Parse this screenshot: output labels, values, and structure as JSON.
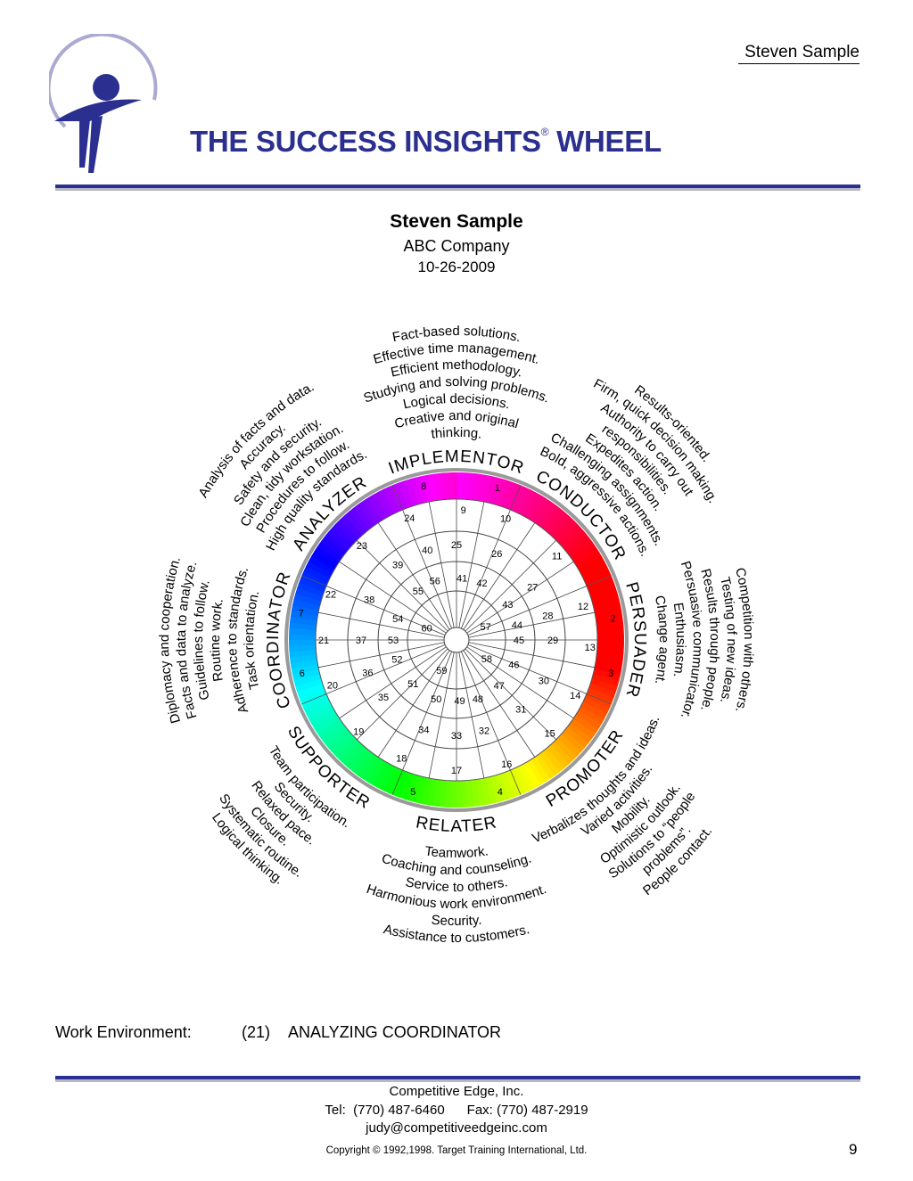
{
  "header": {
    "name": "Steven Sample"
  },
  "title": {
    "main": "THE SUCCESS INSIGHTS",
    "mark": "®",
    "suffix": " WHEEL"
  },
  "report": {
    "name": "Steven Sample",
    "company": "ABC Company",
    "date": "10-26-2009"
  },
  "wheel": {
    "styles": [
      {
        "label": "IMPLEMENTOR",
        "angle": 0
      },
      {
        "label": "CONDUCTOR",
        "angle": 45
      },
      {
        "label": "PERSUADER",
        "angle": 90
      },
      {
        "label": "PROMOTER",
        "angle": 135
      },
      {
        "label": "RELATER",
        "angle": 180
      },
      {
        "label": "SUPPORTER",
        "angle": 225
      },
      {
        "label": "COORDINATOR",
        "angle": 270
      },
      {
        "label": "ANALYZER",
        "angle": 315
      }
    ],
    "traits": [
      {
        "angle": 0,
        "lines": [
          "Fact-based solutions.",
          "Effective time management.",
          "Efficient methodology.",
          "Studying and solving problems.",
          "Logical decisions.",
          "Creative and original",
          "thinking."
        ]
      },
      {
        "angle": 45,
        "lines": [
          "Results-oriented.",
          "Firm, quick decision making.",
          "Authority to carry out",
          "responsibilities.",
          "Expedites action.",
          "Challenging assignments.",
          "Bold, aggressive actions."
        ]
      },
      {
        "angle": 90,
        "lines": [
          "Competition with others.",
          "Testing of new ideas.",
          "Results through people.",
          "Persuasive communicator.",
          "Enthusiasm.",
          "Change agent."
        ]
      },
      {
        "angle": 135,
        "lines": [
          "Verbalizes thoughts and ideas.",
          "Varied activities.",
          "Mobility.",
          "Optimistic outlook.",
          "Solutions to “people",
          "problems”.",
          "People contact."
        ]
      },
      {
        "angle": 180,
        "lines": [
          "Teamwork.",
          "Coaching and counseling.",
          "Service to others.",
          "Harmonious work environment.",
          "Security.",
          "Assistance to customers."
        ]
      },
      {
        "angle": 225,
        "lines": [
          "Team participation.",
          "Security.",
          "Relaxed pace.",
          "Closure.",
          "Systematic routine.",
          "Logical thinking."
        ]
      },
      {
        "angle": 270,
        "lines": [
          "Diplomacy and cooperation.",
          "Facts and data to analyze.",
          "Guidelines to follow.",
          "Routine work.",
          "Adherence to standards.",
          "Task orientation."
        ]
      },
      {
        "angle": 315,
        "lines": [
          "Analysis of facts and data.",
          "Accuracy.",
          "Safety and security.",
          "Clean, tidy workstation.",
          "Procedures to follow.",
          "High quality standards."
        ]
      }
    ],
    "ring_numbers": [
      {
        "n": "1",
        "a": 15,
        "r": 177
      },
      {
        "n": "2",
        "a": 82,
        "r": 177
      },
      {
        "n": "3",
        "a": 102,
        "r": 177
      },
      {
        "n": "4",
        "a": 164,
        "r": 177
      },
      {
        "n": "5",
        "a": 196,
        "r": 177
      },
      {
        "n": "6",
        "a": 258,
        "r": 177
      },
      {
        "n": "7",
        "a": 280,
        "r": 177
      },
      {
        "n": "8",
        "a": 348,
        "r": 177
      },
      {
        "n": "9",
        "a": 3,
        "r": 146
      },
      {
        "n": "10",
        "a": 22,
        "r": 147
      },
      {
        "n": "11",
        "a": 50,
        "r": 147
      },
      {
        "n": "12",
        "a": 75,
        "r": 147
      },
      {
        "n": "13",
        "a": 93,
        "r": 150
      },
      {
        "n": "14",
        "a": 115,
        "r": 147
      },
      {
        "n": "15",
        "a": 135,
        "r": 148
      },
      {
        "n": "16",
        "a": 158,
        "r": 150
      },
      {
        "n": "17",
        "a": 180,
        "r": 146
      },
      {
        "n": "18",
        "a": 205,
        "r": 146
      },
      {
        "n": "19",
        "a": 227,
        "r": 150
      },
      {
        "n": "20",
        "a": 250,
        "r": 148
      },
      {
        "n": "21",
        "a": 270,
        "r": 149
      },
      {
        "n": "22",
        "a": 290,
        "r": 150
      },
      {
        "n": "23",
        "a": 315,
        "r": 150
      },
      {
        "n": "24",
        "a": 339,
        "r": 147
      },
      {
        "n": "25",
        "a": 0,
        "r": 107
      },
      {
        "n": "26",
        "a": 25,
        "r": 107
      },
      {
        "n": "27",
        "a": 55,
        "r": 104
      },
      {
        "n": "28",
        "a": 75,
        "r": 106
      },
      {
        "n": "29",
        "a": 90,
        "r": 108
      },
      {
        "n": "30",
        "a": 115,
        "r": 108
      },
      {
        "n": "31",
        "a": 137,
        "r": 106
      },
      {
        "n": "32",
        "a": 163,
        "r": 106
      },
      {
        "n": "33",
        "a": 180,
        "r": 107
      },
      {
        "n": "34",
        "a": 200,
        "r": 107
      },
      {
        "n": "35",
        "a": 232,
        "r": 104
      },
      {
        "n": "36",
        "a": 250,
        "r": 106
      },
      {
        "n": "37",
        "a": 270,
        "r": 107
      },
      {
        "n": "38",
        "a": 295,
        "r": 108
      },
      {
        "n": "39",
        "a": 322,
        "r": 107
      },
      {
        "n": "40",
        "a": 342,
        "r": 106
      },
      {
        "n": "41",
        "a": 5,
        "r": 70
      },
      {
        "n": "42",
        "a": 24,
        "r": 70
      },
      {
        "n": "43",
        "a": 55,
        "r": 70
      },
      {
        "n": "44",
        "a": 76,
        "r": 70
      },
      {
        "n": "45",
        "a": 90,
        "r": 70
      },
      {
        "n": "46",
        "a": 113,
        "r": 70
      },
      {
        "n": "47",
        "a": 137,
        "r": 70
      },
      {
        "n": "48",
        "a": 160,
        "r": 70
      },
      {
        "n": "49",
        "a": 177,
        "r": 68
      },
      {
        "n": "50",
        "a": 199,
        "r": 70
      },
      {
        "n": "51",
        "a": 225,
        "r": 69
      },
      {
        "n": "52",
        "a": 252,
        "r": 70
      },
      {
        "n": "53",
        "a": 270,
        "r": 71
      },
      {
        "n": "54",
        "a": 290,
        "r": 70
      },
      {
        "n": "55",
        "a": 322,
        "r": 70
      },
      {
        "n": "56",
        "a": 340,
        "r": 71
      },
      {
        "n": "57",
        "a": 65,
        "r": 36
      },
      {
        "n": "58",
        "a": 122,
        "r": 40
      },
      {
        "n": "59",
        "a": 206,
        "r": 38
      },
      {
        "n": "60",
        "a": 292,
        "r": 36
      }
    ]
  },
  "work_environment": {
    "label": "Work Environment:",
    "number": "(21)",
    "value": "ANALYZING COORDINATOR"
  },
  "footer": {
    "company": "Competitive Edge, Inc.",
    "phone": "Tel:  (770) 487-6460      Fax: (770) 487-2919",
    "email": "judy@competitiveedgeinc.com",
    "copyright": "Copyright © 1992,1998. Target Training International, Ltd.",
    "page": "9"
  },
  "colors": {
    "brand_blue": "#2b2f8f",
    "rule_shadow": "#b7b7c9"
  }
}
